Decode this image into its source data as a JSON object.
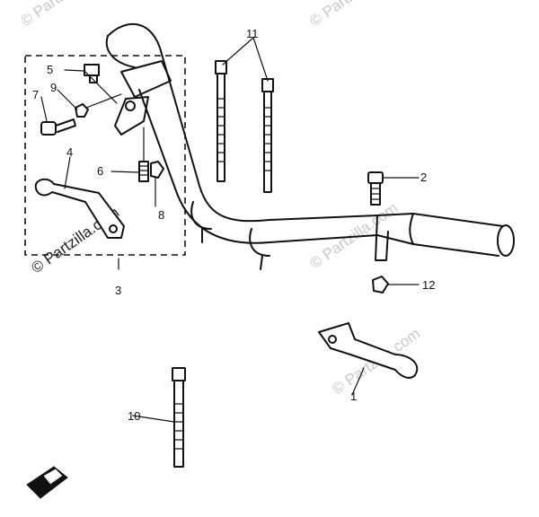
{
  "watermark": {
    "text": "© Partzilla.com"
  },
  "callouts": [
    {
      "id": "c1",
      "text": "1"
    },
    {
      "id": "c2",
      "text": "2"
    },
    {
      "id": "c3",
      "text": "3"
    },
    {
      "id": "c4",
      "text": "4"
    },
    {
      "id": "c5",
      "text": "5"
    },
    {
      "id": "c6",
      "text": "6"
    },
    {
      "id": "c7",
      "text": "7"
    },
    {
      "id": "c8",
      "text": "8"
    },
    {
      "id": "c9",
      "text": "9"
    },
    {
      "id": "c10",
      "text": "10"
    },
    {
      "id": "c11",
      "text": "11"
    },
    {
      "id": "c12",
      "text": "12"
    }
  ],
  "colors": {
    "ink": "#111111",
    "watermark": "#c9c9c9",
    "background": "#ffffff"
  }
}
